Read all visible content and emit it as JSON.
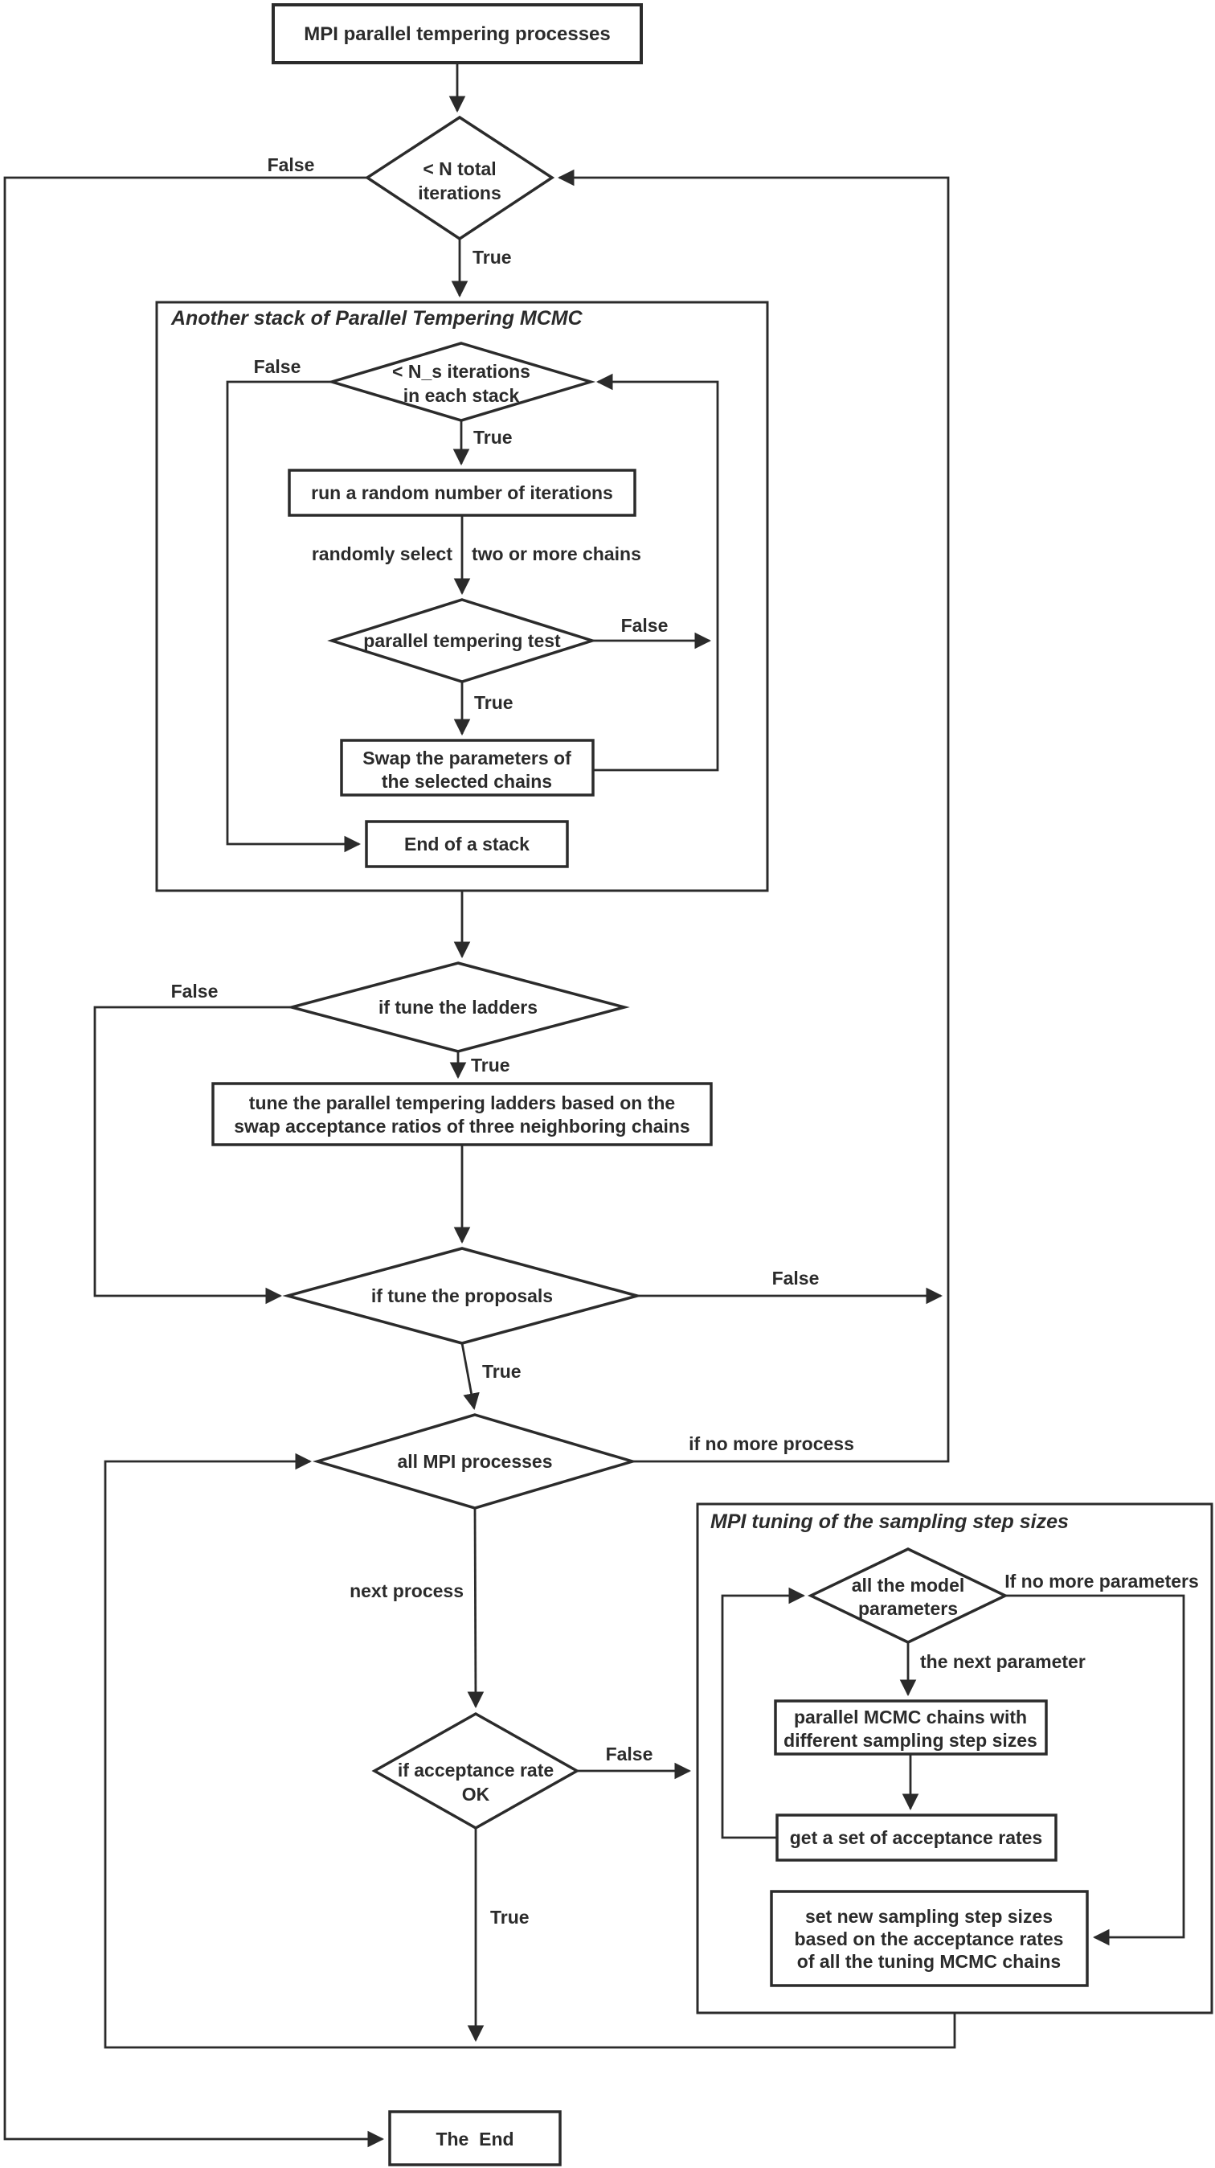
{
  "colors": {
    "ink": "#2b2b2b",
    "background": "#ffffff"
  },
  "flowchart": {
    "nodes": {
      "start": "MPI parallel tempering processes",
      "n_total_iterations": {
        "line1": "< N total",
        "line2": "iterations"
      },
      "ns_iterations": {
        "line1": "< N_s iterations",
        "line2": "in each stack"
      },
      "run_random": "run a random number of iterations",
      "parallel_tempering_test": "parallel tempering test",
      "swap_parameters": {
        "line1": "Swap the parameters of",
        "line2": "the selected chains"
      },
      "end_of_stack": "End of a stack",
      "if_tune_ladders": "if tune the ladders",
      "tune_ladders": {
        "line1": "tune the parallel tempering ladders based on the",
        "line2": "swap acceptance ratios of three neighboring chains"
      },
      "if_tune_proposals": "if tune the proposals",
      "all_mpi_processes": "all MPI processes",
      "if_acceptance_rate_ok": {
        "line1": "if acceptance rate",
        "line2": "OK"
      },
      "all_model_parameters": {
        "line1": "all the model",
        "line2": "parameters"
      },
      "parallel_mcmc_chains": {
        "line1": "parallel MCMC chains with",
        "line2": "different sampling step sizes"
      },
      "get_acceptance_rates": "get a set of acceptance rates",
      "set_new_step_sizes": {
        "line1": "set new sampling step sizes",
        "line2": "based on the acceptance rates",
        "line3": "of all the tuning MCMC chains"
      },
      "the_end": "The  End"
    },
    "subgraphs": {
      "stack_pt_mcmc": "Another stack of Parallel Tempering MCMC",
      "mpi_tuning": "MPI tuning of the sampling step sizes"
    },
    "edge_labels": {
      "false": "False",
      "true": "True",
      "randomly_select_left": "randomly select",
      "randomly_select_right": "two or more chains",
      "if_no_more_process": "if no more process",
      "next_process": "next process",
      "if_no_more_parameters": "If no more parameters",
      "the_next_parameter": "the next parameter"
    }
  }
}
